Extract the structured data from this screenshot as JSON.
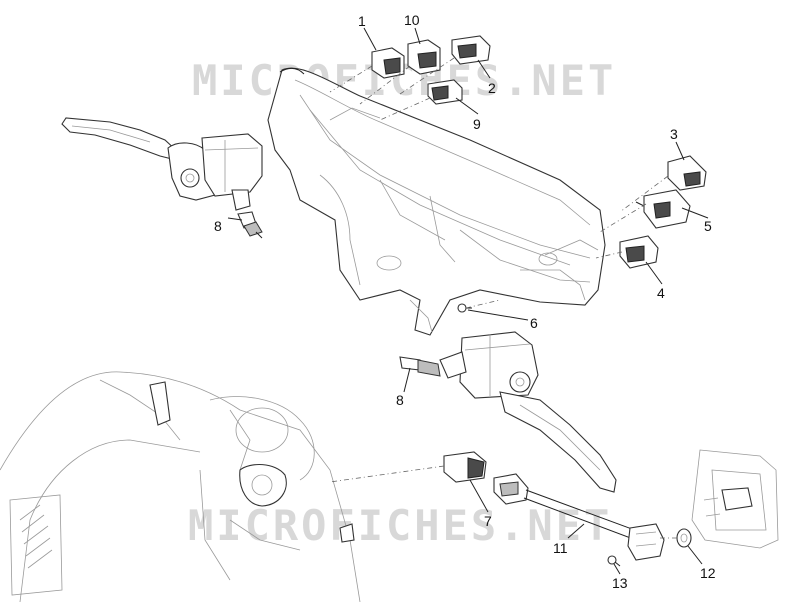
{
  "watermark": {
    "top": "MICROFICHES.NET",
    "bottom": "MICROFICHES.NET"
  },
  "callouts": [
    {
      "id": "1",
      "text": "1"
    },
    {
      "id": "10",
      "text": "10"
    },
    {
      "id": "2",
      "text": "2"
    },
    {
      "id": "9",
      "text": "9"
    },
    {
      "id": "3",
      "text": "3"
    },
    {
      "id": "5",
      "text": "5"
    },
    {
      "id": "4",
      "text": "4"
    },
    {
      "id": "6",
      "text": "6"
    },
    {
      "id": "8a",
      "text": "8"
    },
    {
      "id": "8b",
      "text": "8"
    },
    {
      "id": "7",
      "text": "7"
    },
    {
      "id": "11",
      "text": "11"
    },
    {
      "id": "12",
      "text": "12"
    },
    {
      "id": "13",
      "text": "13"
    }
  ]
}
